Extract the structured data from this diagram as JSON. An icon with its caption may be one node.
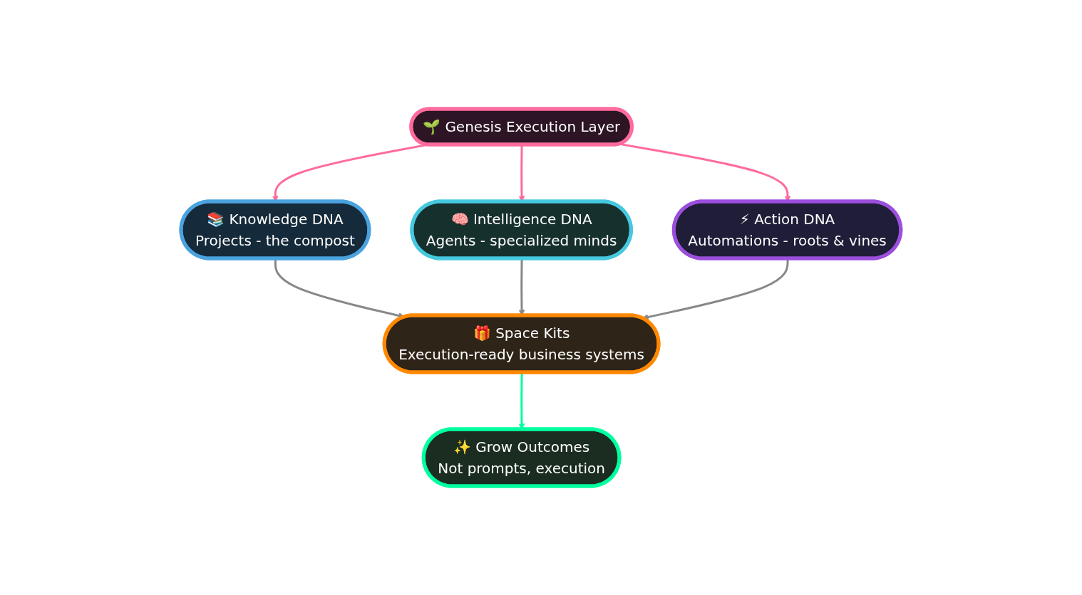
{
  "diagram": {
    "nodes": [
      {
        "text": [
          "🌱 Genesis Execution Layer"
        ]
      },
      {
        "text": [
          "📚 Knowledge DNA",
          "Projects - the compost"
        ]
      },
      {
        "text": [
          "🧠 Intelligence DNA",
          "Agents - specialized minds"
        ]
      },
      {
        "text": [
          "⚡ Action DNA",
          "Automations - roots & vines"
        ]
      },
      {
        "text": [
          "🎁 Space Kits",
          "Execution-ready business systems"
        ]
      },
      {
        "text": [
          "✨ Grow Outcomes",
          "Not prompts, execution"
        ]
      }
    ],
    "edges": [
      {
        "from": 0,
        "to": 1,
        "arrow": "to",
        "color": "#ff6b9d"
      },
      {
        "from": 0,
        "to": 2,
        "arrow": "to",
        "color": "#ff6b9d"
      },
      {
        "from": 0,
        "to": 3,
        "arrow": "to",
        "color": "#ff6b9d"
      },
      {
        "from": 1,
        "to": 4,
        "arrow": "to",
        "color": "#888888"
      },
      {
        "from": 2,
        "to": 4,
        "arrow": "to",
        "color": "#888888"
      },
      {
        "from": 3,
        "to": 4,
        "arrow": "to",
        "color": "#888888"
      },
      {
        "from": 4,
        "to": 5,
        "arrow": "to",
        "color": "#00ff9f"
      }
    ]
  }
}
